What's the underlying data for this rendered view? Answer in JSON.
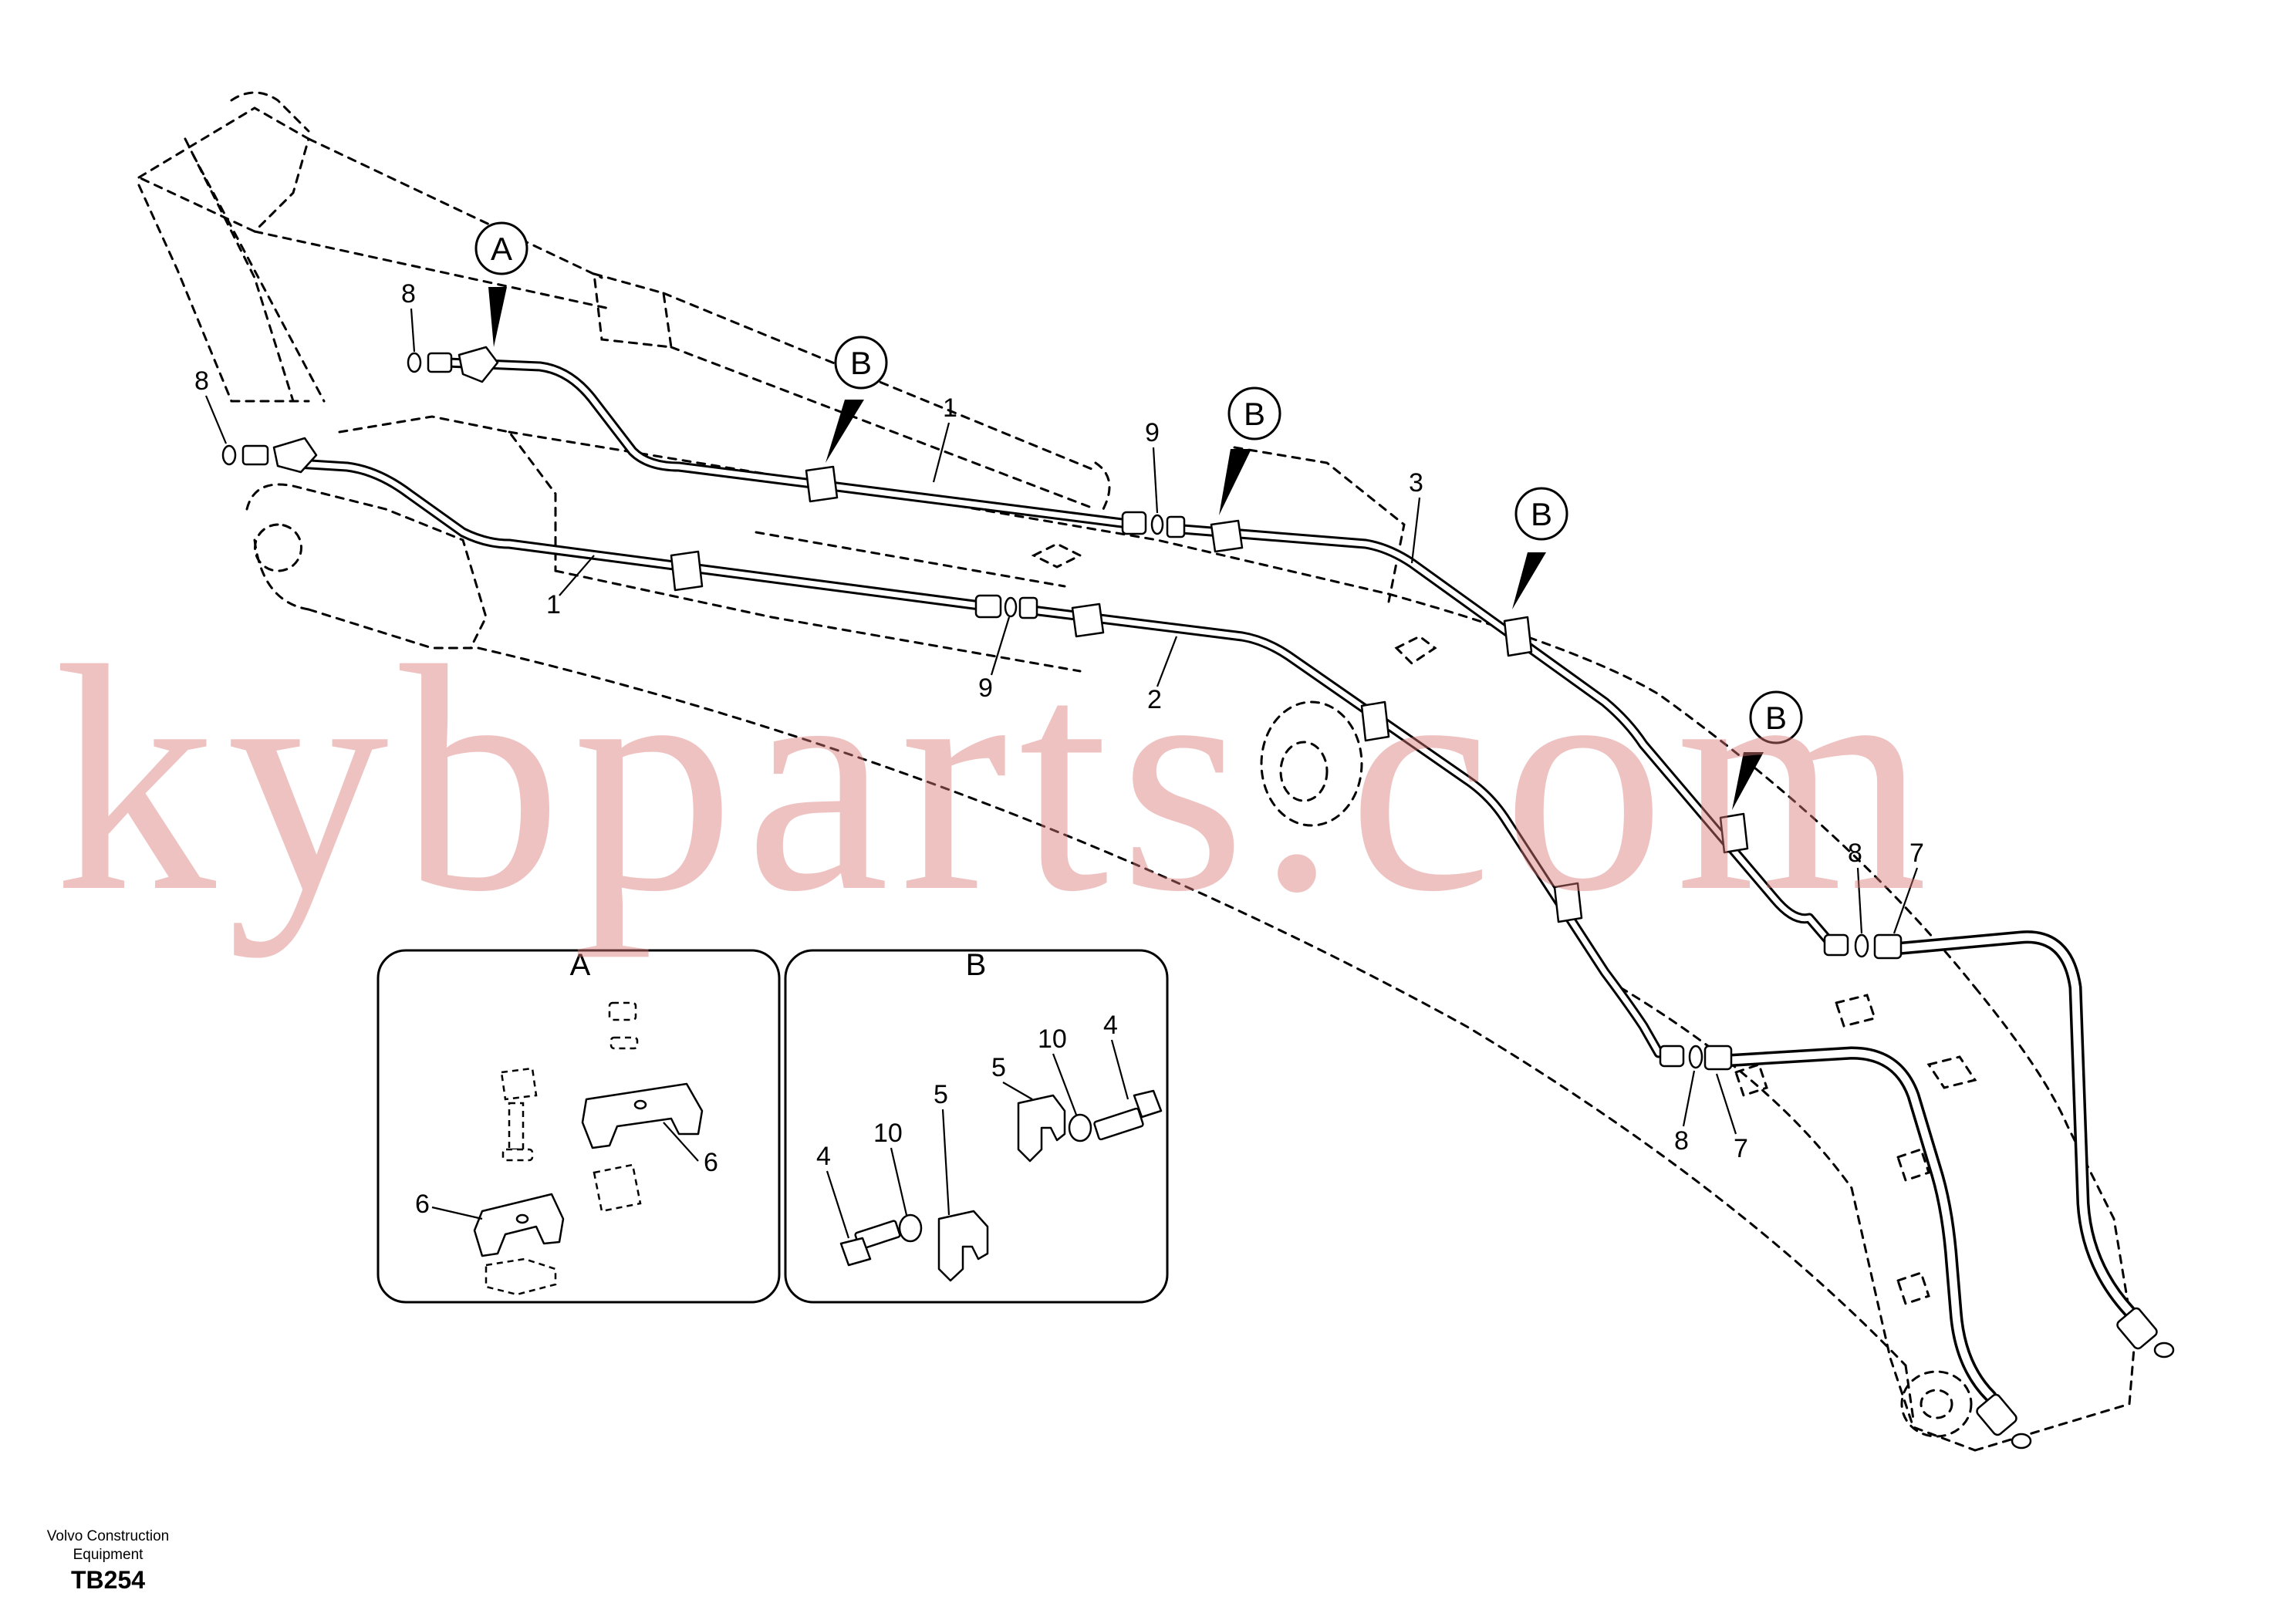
{
  "drawing": {
    "brand_line1": "Volvo Construction",
    "brand_line2": "Equipment",
    "drawing_number": "TB254",
    "watermark": "kybparts.com"
  },
  "callouts": {
    "a": "A",
    "b": "B"
  },
  "part_numbers": {
    "pipe_upper": "1",
    "pipe_lower": "1",
    "pipe_2": "2",
    "pipe_3": "3",
    "seal_8_top": "8",
    "seal_8_left": "8",
    "seal_8_right_upper": "8",
    "seal_8_right_lower": "8",
    "seal_9_upper": "9",
    "seal_9_lower": "9",
    "hose_7_upper": "7",
    "hose_7_lower": "7"
  },
  "detail_a": {
    "label": "A",
    "clamp_upper": "6",
    "clamp_lower": "6"
  },
  "detail_b": {
    "label": "B",
    "screw_upper": "4",
    "washer_upper": "10",
    "bracket_upper": "5",
    "bracket_lower": "5",
    "washer_lower": "10",
    "screw_lower": "4"
  }
}
